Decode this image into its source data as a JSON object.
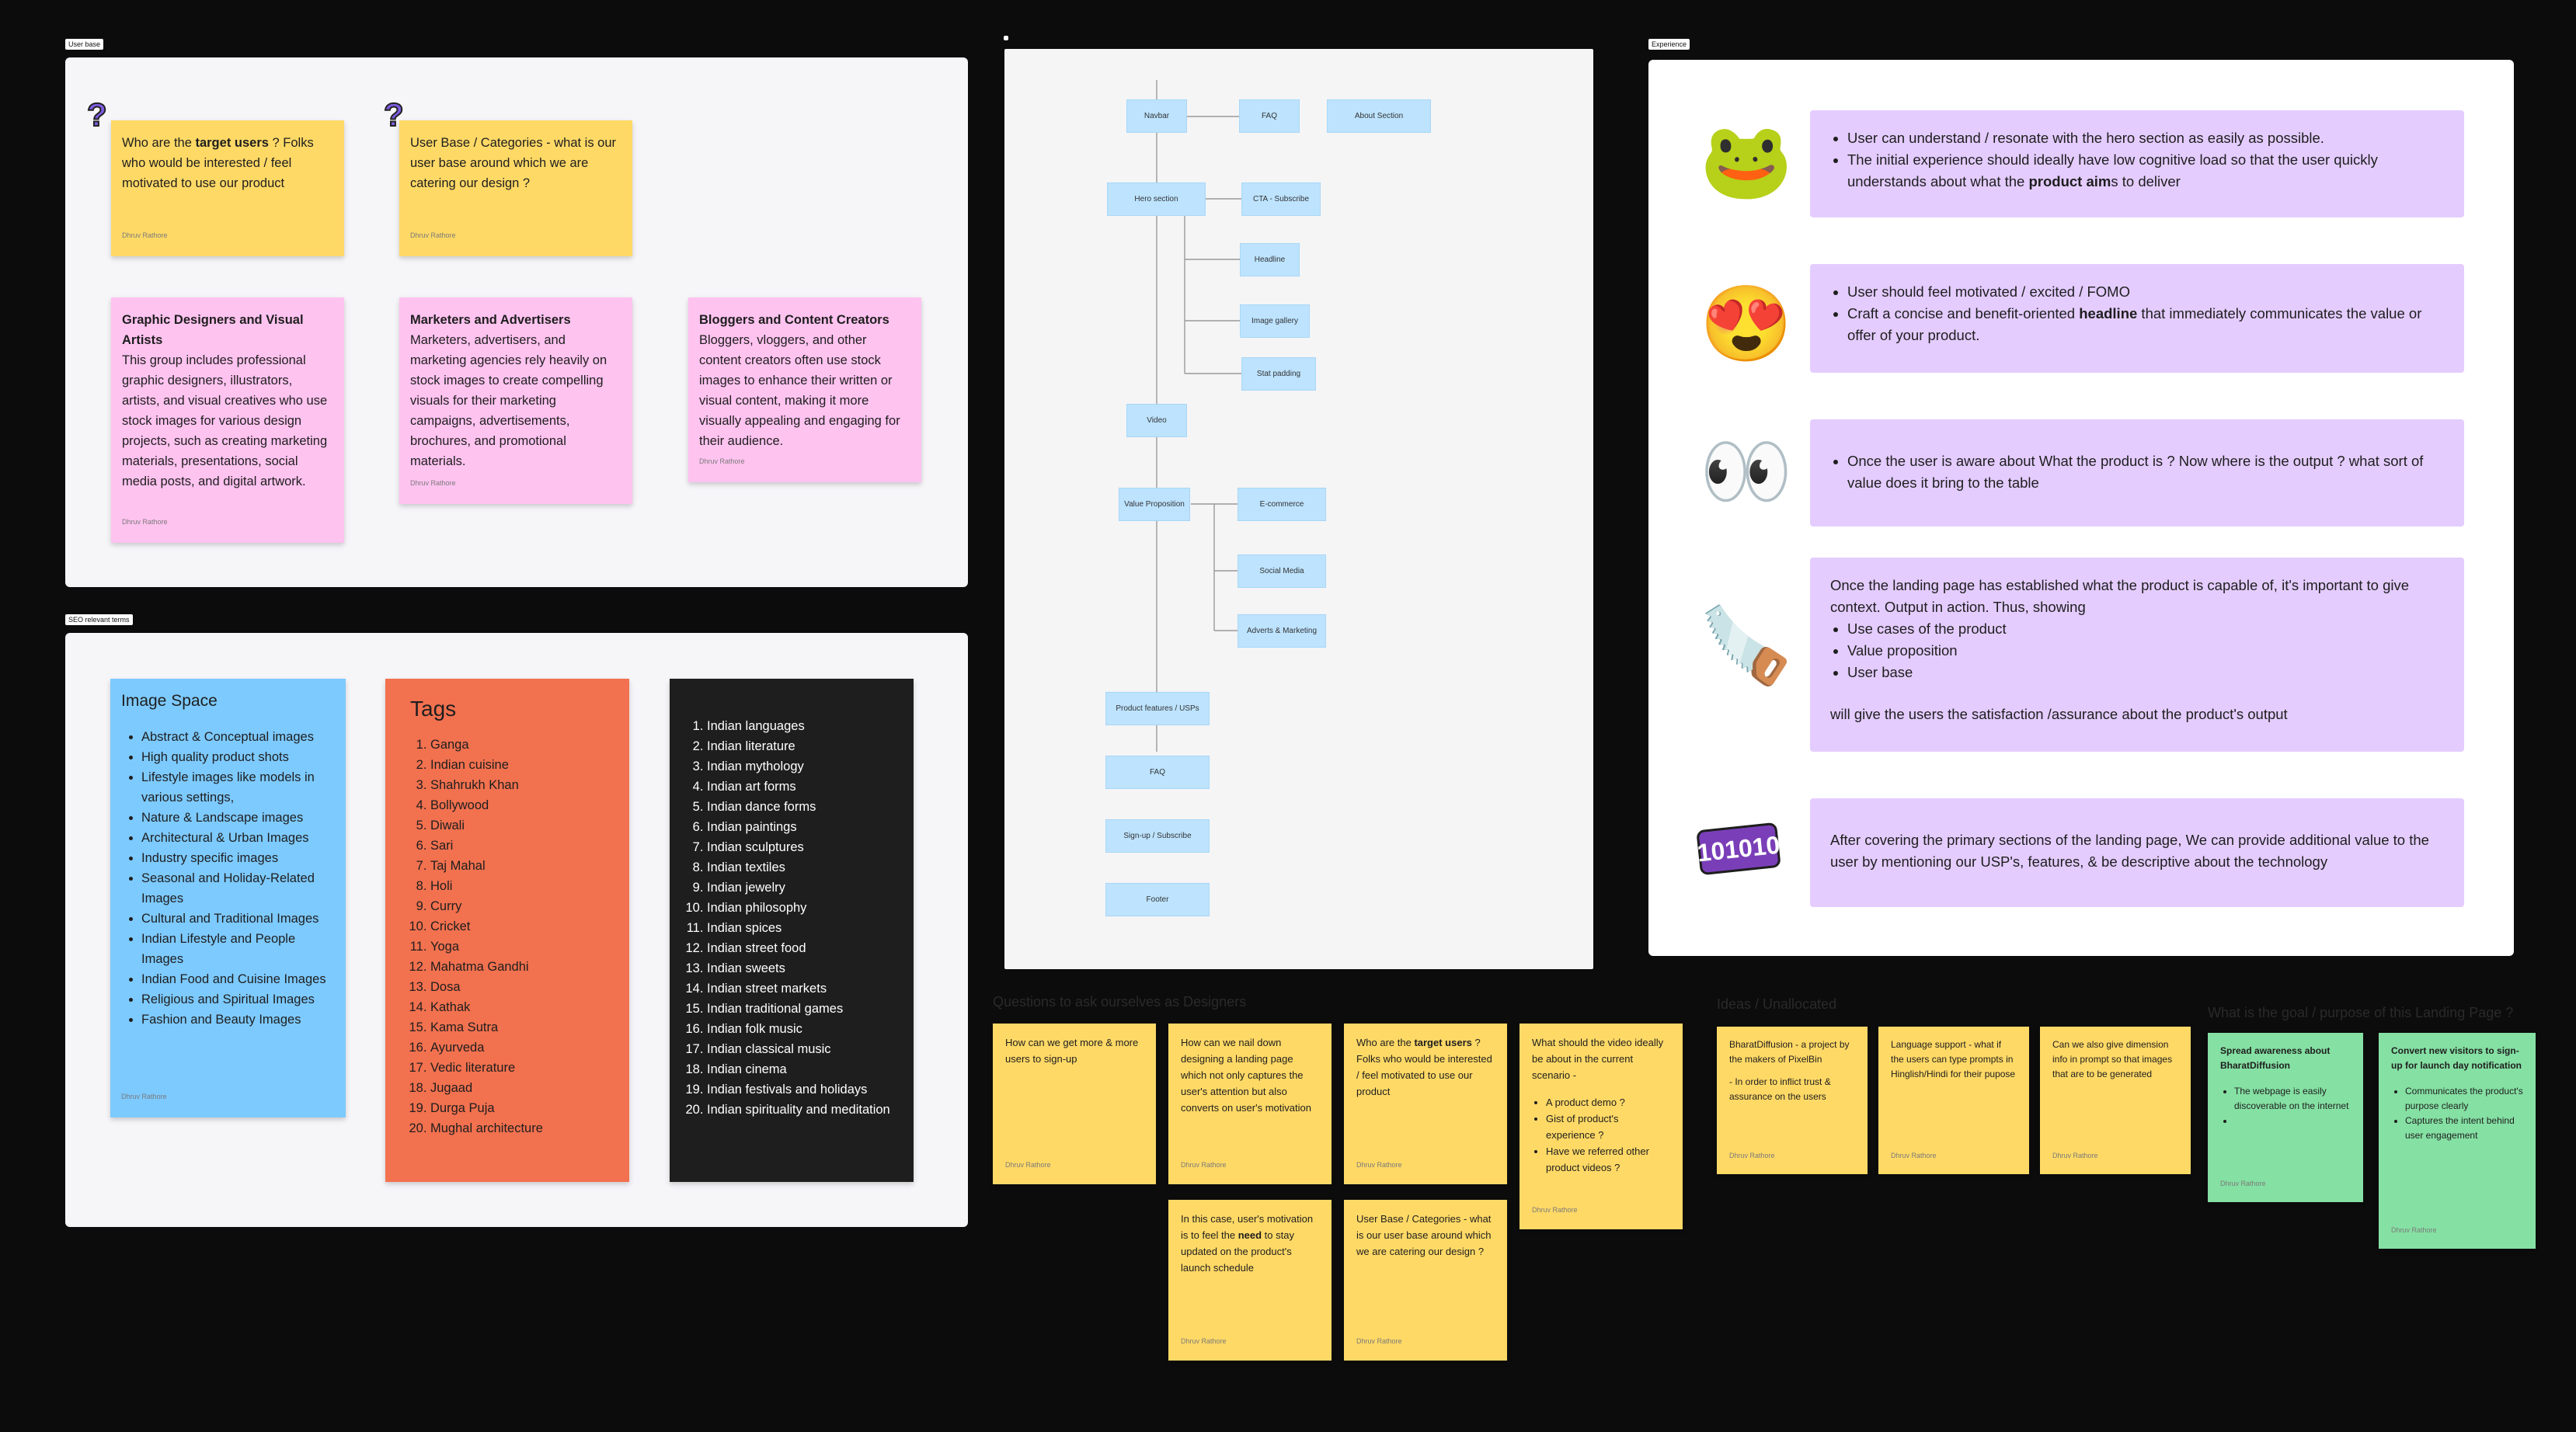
{
  "labels": {
    "user_base": "User base",
    "seo": "SEO relevant terms",
    "flow": "",
    "experience": "Experience",
    "questions": "Questions to ask ourselves as Designers",
    "ideas": "Ideas / Unallocated",
    "goal": "What is the goal / purpose of this Landing Page ?"
  },
  "author": "Dhruv Rathore",
  "userbase": {
    "q1_pre": "Who are the ",
    "q1_bold": "target users",
    "q1_post": " ? Folks who would be interested / feel motivated to use our product",
    "q2": "User Base / Categories - what is our user base around which we are catering our design ?",
    "designers_title": "Graphic Designers and Visual Artists",
    "designers_body": "This group includes professional graphic designers, illustrators, artists, and visual creatives who use stock images for various design projects, such as creating marketing materials, presentations, social media posts, and digital artwork.",
    "marketers_title": "Marketers and Advertisers",
    "marketers_body": "Marketers, advertisers, and marketing agencies rely heavily on stock images to create compelling visuals for their marketing campaigns, advertisements, brochures, and promotional materials.",
    "bloggers_title": "Bloggers and Content Creators",
    "bloggers_body": "Bloggers, vloggers, and other content creators often use stock images to enhance their written or visual content, making it more visually appealing and engaging for their audience."
  },
  "image_space": {
    "title": "Image Space",
    "items": [
      "Abstract & Conceptual images",
      "High quality product shots",
      "Lifestyle images like models in various settings,",
      "Nature & Landscape images",
      "Architectural & Urban Images",
      "Industry specific images",
      "Seasonal and Holiday-Related Images",
      "Cultural and Traditional Images",
      "Indian Lifestyle and People Images",
      "Indian Food and Cuisine Images",
      "Religious and Spiritual Images",
      "Fashion and Beauty Images"
    ]
  },
  "tags": {
    "title": "Tags",
    "items": [
      "Ganga",
      "Indian cuisine",
      "Shahrukh Khan",
      "Bollywood",
      "Diwali",
      "Sari",
      "Taj Mahal",
      "Holi",
      "Curry",
      "Cricket",
      "Yoga",
      "Mahatma Gandhi",
      "Dosa",
      "Kathak",
      "Kama Sutra",
      "Ayurveda",
      "Vedic literature",
      "Jugaad",
      "Durga Puja",
      "Mughal architecture"
    ]
  },
  "indian": {
    "items": [
      "Indian languages",
      "Indian literature",
      "Indian mythology",
      "Indian art forms",
      "Indian dance forms",
      "Indian paintings",
      "Indian sculptures",
      "Indian textiles",
      "Indian jewelry",
      "Indian philosophy",
      "Indian spices",
      "Indian street food",
      "Indian sweets",
      "Indian street markets",
      "Indian traditional games",
      "Indian folk music",
      "Indian classical music",
      "Indian cinema",
      "Indian festivals and holidays",
      "Indian spirituality and meditation"
    ]
  },
  "flow": {
    "navbar": "Navbar",
    "faq_top": "FAQ",
    "about": "About Section",
    "hero": "Hero section",
    "cta": "CTA - Subscribe",
    "headline": "Headline",
    "gallery": "Image gallery",
    "stat": "Stat padding",
    "video": "Video",
    "value": "Value Proposition",
    "ecom": "E-commerce",
    "social": "Social Media",
    "adverts": "Adverts & Marketing",
    "features": "Product features / USPs",
    "faq": "FAQ",
    "signup": "Sign-up / Subscribe",
    "footer": "Footer"
  },
  "experience": {
    "c1_a": "User can understand / resonate with the hero section as easily as possible.",
    "c1_b_pre": "The initial experience should ideally have low cognitive load so that the user quickly understands about what the ",
    "c1_b_bold": "product aim",
    "c1_b_post": "s to deliver",
    "c2_a": "User should feel motivated / excited / FOMO",
    "c2_b_pre": "Craft a concise and benefit-oriented ",
    "c2_b_bold": "headline",
    "c2_b_post": " that immediately communicates the value or offer of your product.",
    "c3": "Once the user is aware about What the product is ? Now where is the output ? what sort of value does it bring to the table",
    "c4_intro": "Once the landing page has established what the product is capable of, it's important to give context. Output in action. Thus, showing",
    "c4_items": [
      "Use cases of the product",
      "Value proposition",
      "User base"
    ],
    "c4_outro": "will give the users the satisfaction /assurance about the product's output",
    "c5": "After covering the primary sections of the landing page, We can provide additional value to the user by mentioning our USP's, features, & be descriptive about the technology"
  },
  "questions": {
    "q1": "How can we get more & more users to sign-up",
    "q2": "How can we nail down designing a landing page which not only captures the user's attention but also converts on user's motivation",
    "q3_pre": "Who are the ",
    "q3_bold": "target users",
    "q3_post": " ? Folks who would be interested / feel motivated to use our product",
    "q4": "What should the video ideally be about in the current scenario -",
    "q4_items": [
      "A product demo ?",
      "Gist of product's experience ?",
      "Have we referred other product videos ?"
    ],
    "q5_pre": "In this case, user's motivation is to feel the ",
    "q5_bold": "need",
    "q5_post": " to stay updated on the product's launch schedule",
    "q6": "User Base / Categories - what is our user base around which we are catering our design ?"
  },
  "ideas": {
    "i1": "BharatDiffusion - a project by the makers of PixelBin",
    "i1b": "- In order to inflict trust & assurance on the users",
    "i2": "Language support - what if the users can type prompts in Hinglish/Hindi for their pupose",
    "i3": "Can we also give dimension info in prompt so that images that are to be generated"
  },
  "goal": {
    "g1_title": "Spread awareness about BharatDiffusion",
    "g1_items": [
      "The webpage is easily discoverable on the internet",
      ""
    ],
    "g2_title": "Convert new visitors to sign-up for launch day notification",
    "g2_items": [
      "Communicates the product's purpose clearly",
      "Captures the intent behind user engagement"
    ]
  },
  "icons": [
    "question-mark-icon",
    "frog-emoji-icon",
    "heart-eyes-emoji-icon",
    "eyes-emoji-icon",
    "saw-wood-emoji-icon",
    "ten-ten-ten-emoji-icon"
  ]
}
